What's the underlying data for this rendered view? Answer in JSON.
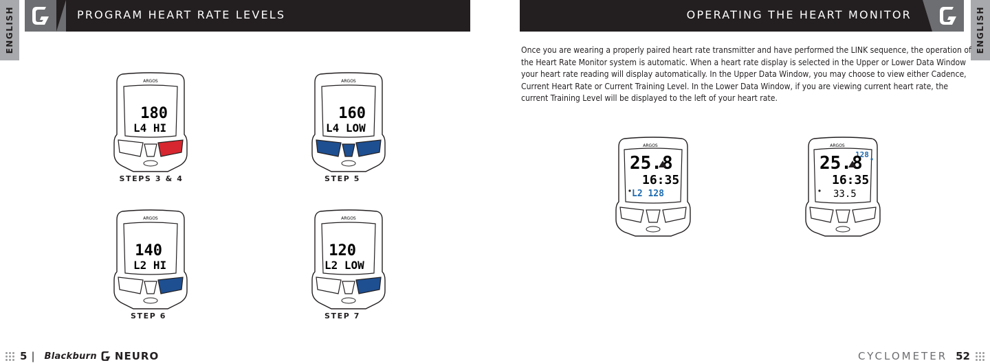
{
  "left_page": {
    "language_tab": "ENGLISH",
    "title": "PROGRAM HEART RATE LEVELS",
    "devices": [
      {
        "brand": "ARGOS",
        "value": "180",
        "level": "L4 HI",
        "caption": "STEPS 3 & 4",
        "highlight_color": "#d7262f",
        "highlight": "right"
      },
      {
        "brand": "ARGOS",
        "value": "160",
        "level": "L4 LOW",
        "caption": "STEP 5",
        "highlight_color": "#1e4f91",
        "highlight": "all"
      },
      {
        "brand": "ARGOS",
        "value": "140",
        "level": "L2 HI",
        "caption": "STEP 6",
        "highlight_color": "#1e4f91",
        "highlight": "right"
      },
      {
        "brand": "ARGOS",
        "value": "120",
        "level": "L2 LOW",
        "caption": "STEP 7",
        "highlight_color": "#1e4f91",
        "highlight": "right"
      }
    ],
    "footer": {
      "page_number": "5",
      "separator": "|",
      "brand": "Blackburn",
      "product": "NEURO"
    }
  },
  "right_page": {
    "language_tab": "ENGLISH",
    "title": "OPERATING THE HEART MONITOR",
    "body": "Once you are wearing a properly paired heart rate transmitter and have performed the LINK sequence,  the operation of the Heart Rate Monitor system is automatic. When a heart rate display is selected in the Upper or Lower Data Window your heart rate reading will display automatically.  In the Upper Data Window, you may choose to view either Cadence, Current Heart Rate or Current Training Level.  In the Lower Data Window, if you are viewing current heart rate, the current Training Level will be displayed to the left of your heart rate.",
    "devices": [
      {
        "brand": "ARGOS",
        "speed": "25.8",
        "time": "16:35",
        "lower": "L2 128",
        "highlight_color": "#1e6bb0"
      },
      {
        "brand": "ARGOS",
        "speed": "25.8",
        "time": "16:35",
        "lower": "33.5",
        "upper_hr": "128",
        "highlight_color": "#1e6bb0"
      }
    ],
    "footer": {
      "label": "CYCLOMETER",
      "page_number": "52"
    }
  }
}
